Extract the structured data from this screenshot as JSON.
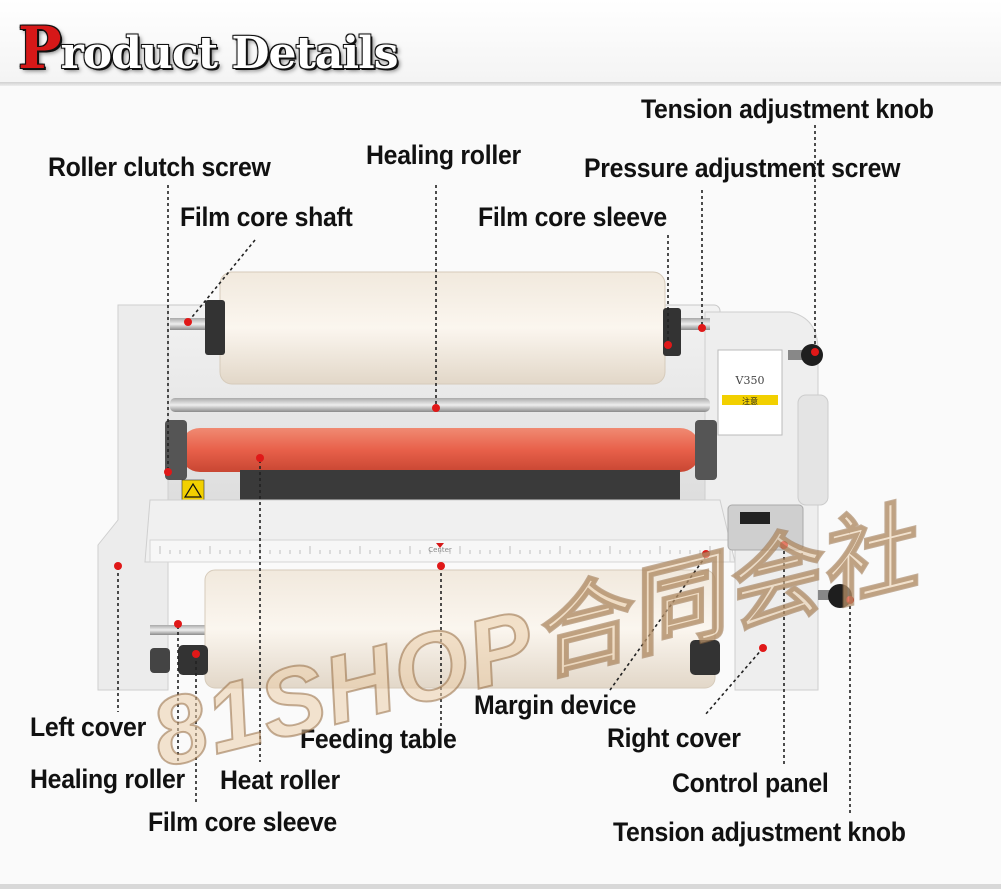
{
  "header": {
    "title_first": "P",
    "title_rest": "roduct Details"
  },
  "machine": {
    "model": "V350",
    "warning": "注意",
    "center_mark": "Center"
  },
  "labels": {
    "tension_knob_top": "Tension adjustment knob",
    "roller_clutch_screw": "Roller clutch screw",
    "healing_roller_top": "Healing roller",
    "pressure_screw": "Pressure adjustment screw",
    "film_core_shaft": "Film core shaft",
    "film_core_sleeve_top": "Film core sleeve",
    "margin_device": "Margin device",
    "left_cover": "Left cover",
    "feeding_table": "Feeding table",
    "right_cover": "Right cover",
    "healing_roller_bottom": "Healing roller",
    "heat_roller": "Heat roller",
    "control_panel": "Control panel",
    "film_core_sleeve_bottom": "Film core sleeve",
    "tension_knob_bottom": "Tension adjustment knob"
  },
  "watermark": "81SHOP合同会社",
  "colors": {
    "accent_red": "#d61818",
    "heat_roller": "#e8604a",
    "body_grey": "#e6e6e6"
  }
}
